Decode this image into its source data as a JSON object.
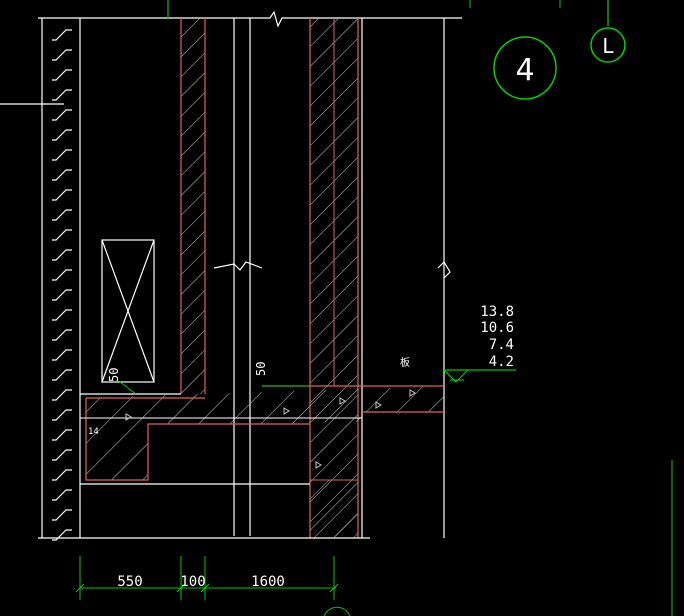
{
  "drawing": {
    "grid_bubbles": [
      {
        "label": "4",
        "color": "#00d200"
      },
      {
        "label": "L",
        "color": "#00d200"
      }
    ],
    "elevations": [
      "13.8",
      "10.6",
      "7.4",
      "4.2"
    ],
    "dimensions": [
      "550",
      "100",
      "1600"
    ],
    "annotations": {
      "dim_left": "50",
      "dim_mid": "50",
      "slab_note": "板",
      "left_mark": "14"
    },
    "colors": {
      "background": "#000000",
      "line_white": "#ffffff",
      "line_red": "#e06060",
      "hatch": "#c8c8c8",
      "dim_green": "#00c800"
    }
  }
}
